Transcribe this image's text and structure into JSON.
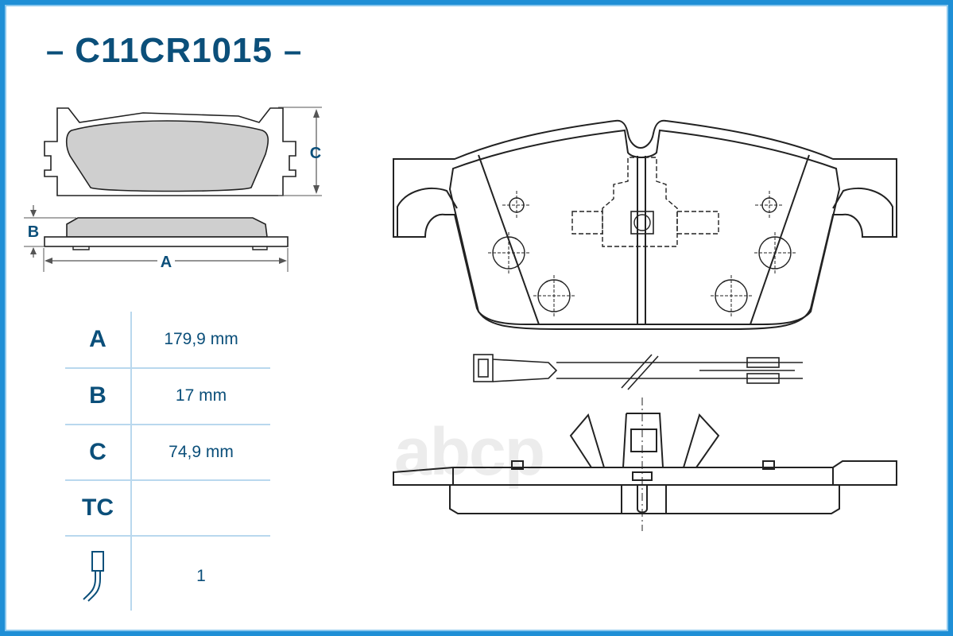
{
  "title": {
    "code": "C11CR1015",
    "dash_left": "–",
    "dash_right": "–"
  },
  "dimension_labels": {
    "a": "A",
    "b": "B",
    "c": "C"
  },
  "specs": [
    {
      "key": "A",
      "value": "179,9 mm"
    },
    {
      "key": "B",
      "value": "17 mm"
    },
    {
      "key": "C",
      "value": "74,9 mm"
    },
    {
      "key": "TC",
      "value": ""
    },
    {
      "key": "",
      "icon": "wear-sensor-icon",
      "value": "1"
    }
  ],
  "watermark": "abcp",
  "colors": {
    "frame": "#1f8fd6",
    "text": "#0b4f7a",
    "friction": "#cfcfcf",
    "outline": "#222222"
  }
}
